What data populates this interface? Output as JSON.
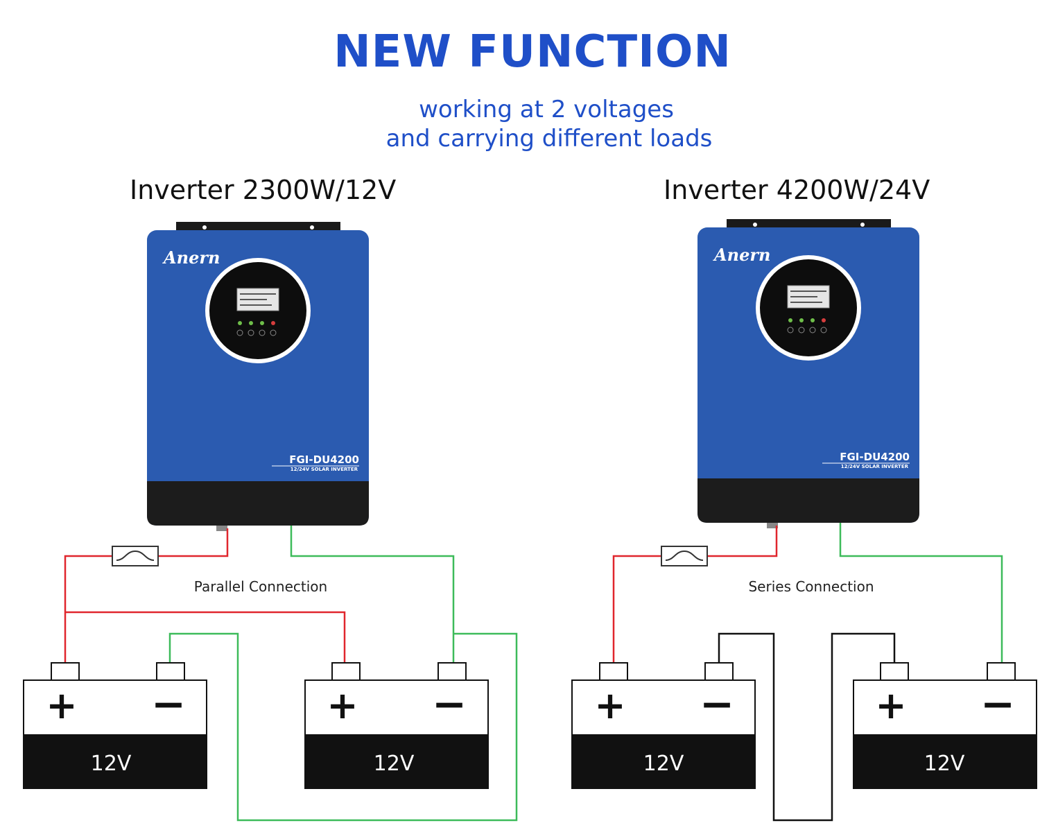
{
  "header": {
    "title": "NEW FUNCTION",
    "subtitle_line1": "working at 2 voltages",
    "subtitle_line2": "and carrying different loads"
  },
  "left_system": {
    "inverter_label": "Inverter 2300W/12V",
    "brand": "Anern",
    "model": "FGI-DU4200",
    "model_sub": "12/24V SOLAR INVERTER",
    "connection_label": "Parallel Connection",
    "batteries": [
      {
        "voltage": "12V",
        "plus": "+",
        "minus": "−"
      },
      {
        "voltage": "12V",
        "plus": "+",
        "minus": "−"
      }
    ]
  },
  "right_system": {
    "inverter_label": "Inverter 4200W/24V",
    "brand": "Anern",
    "model": "FGI-DU4200",
    "model_sub": "12/24V SOLAR INVERTER",
    "connection_label": "Series Connection",
    "batteries": [
      {
        "voltage": "12V",
        "plus": "+",
        "minus": "−"
      },
      {
        "voltage": "12V",
        "plus": "+",
        "minus": "−"
      }
    ]
  },
  "colors": {
    "accent_blue": "#1f4fc8",
    "inverter_body": "#2b5bb0",
    "positive_wire": "#e0262d",
    "negative_wire": "#3dbb5a",
    "battery_base": "#111111"
  }
}
